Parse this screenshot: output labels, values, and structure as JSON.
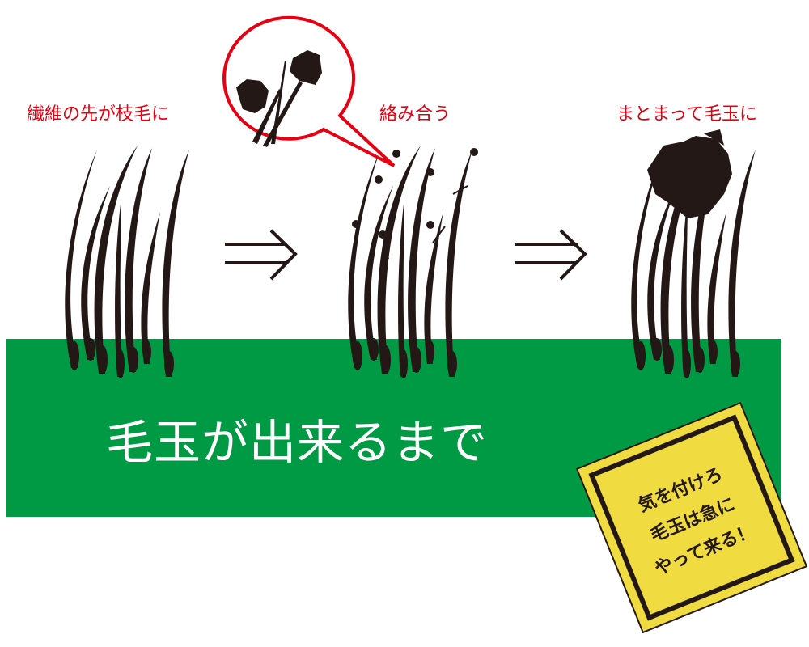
{
  "diagram": {
    "title": "毛玉が出来るまで",
    "stages": [
      {
        "label": "繊維の先が枝毛に",
        "description": "fibers with split tips"
      },
      {
        "label": "絡み合う",
        "description": "fibers tangled with small balls at tips"
      },
      {
        "label": "まとまって毛玉に",
        "description": "fibers gathered into a pill"
      }
    ],
    "arrows": [
      "⇒",
      "⇒"
    ],
    "callout": {
      "description": "magnified view of tangled fiber tips"
    },
    "warning_sign": {
      "lines": [
        "気を付けろ",
        "毛玉は急に",
        "やって来る！"
      ]
    }
  },
  "colors": {
    "label_red": "#e60012",
    "panel_green": "#009944",
    "fiber_black": "#231815",
    "sign_yellow": "#f0dc40"
  }
}
